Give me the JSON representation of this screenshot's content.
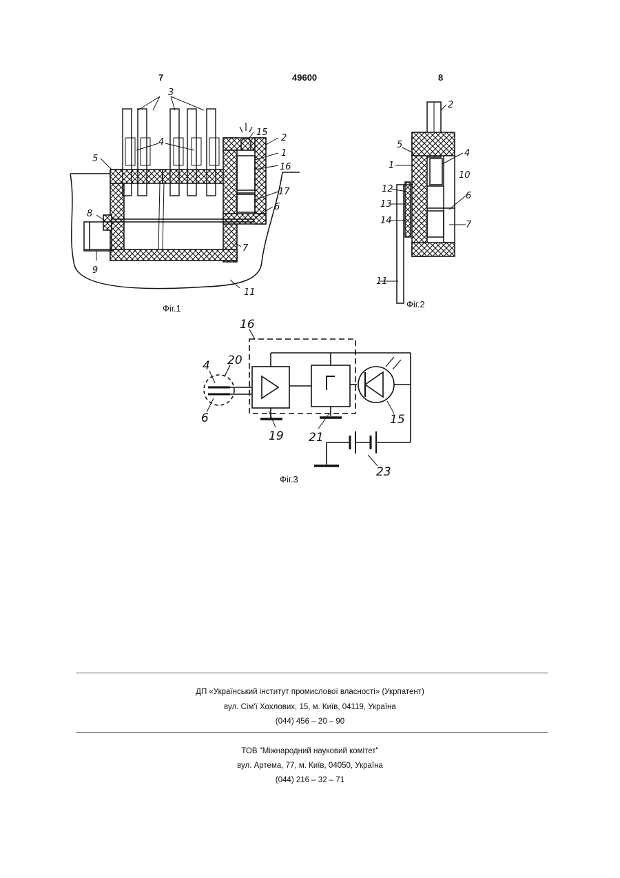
{
  "header": {
    "left_page": "7",
    "patent_number": "49600",
    "right_page": "8"
  },
  "figures": {
    "fig1": {
      "caption": "Фіг.1",
      "labels": [
        "3",
        "4",
        "5",
        "2",
        "1",
        "16",
        "15",
        "17",
        "6",
        "8",
        "9",
        "7",
        "11"
      ]
    },
    "fig2": {
      "caption": "Фіг.2",
      "labels": [
        "2",
        "5",
        "4",
        "1",
        "10",
        "12",
        "13",
        "14",
        "6",
        "7",
        "11"
      ]
    },
    "fig3": {
      "caption": "Фіг.3",
      "labels": [
        "16",
        "20",
        "4",
        "6",
        "19",
        "21",
        "15",
        "23"
      ]
    }
  },
  "footer": {
    "org1": {
      "name": "ДП «Український інститут промислової власності» (Укрпатент)",
      "address": "вул. Сім'ї Хохлових, 15, м. Київ, 04119, Україна",
      "phone": "(044) 456 – 20 – 90"
    },
    "org2": {
      "name": "ТОВ \"Міжнародний науковий комітет\"",
      "address": "вул. Артема, 77, м. Київ, 04050, Україна",
      "phone": "(044) 216 – 32 – 71"
    }
  }
}
